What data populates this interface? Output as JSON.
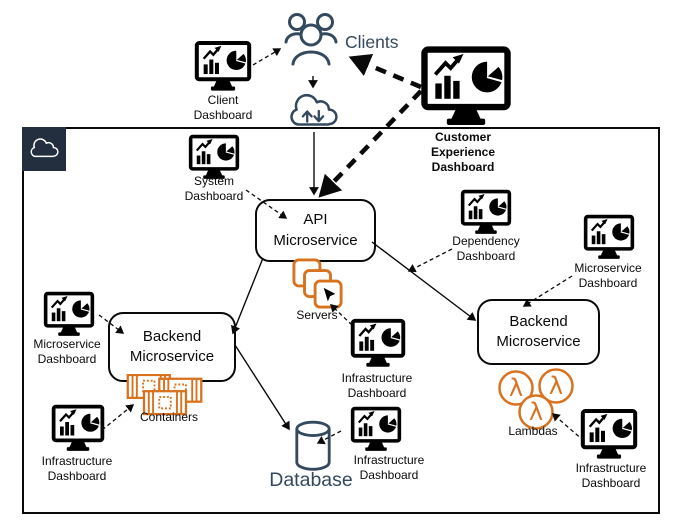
{
  "diagram": {
    "description": "Dashboard hierarchy architecture diagram with cloud boundary",
    "colors": {
      "orange": "#D9721F",
      "navy": "#232F3E",
      "slate": "#34495E",
      "ink": "#0A0A0A"
    },
    "labels": {
      "clients": "Clients",
      "client_dashboard": "Client\nDashboard",
      "customer_experience_dashboard": "Customer\nExperience\nDashboard",
      "system_dashboard": "System\nDashboard",
      "api_microservice": "API\nMicroservice",
      "dependency_dashboard": "Dependency\nDashboard",
      "microservice_dashboard_right": "Microservice\nDashboard",
      "microservice_dashboard_left": "Microservice\nDashboard",
      "backend_microservice_left": "Backend\nMicroservice",
      "backend_microservice_right": "Backend\nMicroservice",
      "servers": "Servers",
      "containers": "Containers",
      "lambdas": "Lambdas",
      "database": "Database",
      "infrastructure_dashboard_left": "Infrastructure\nDashboard",
      "infrastructure_dashboard_middle": "Infrastructure\nDashboard",
      "infrastructure_dashboard_bottom": "Infrastructure\nDashboard",
      "infrastructure_dashboard_right": "Infrastructure\nDashboard"
    },
    "icons": {
      "lambda_symbol": "λ",
      "monitor": "monitor-with-bar-and-pie-chart",
      "clients": "user-group-icon",
      "transfer_cloud": "cloud-upload-download-icon",
      "aws_cloud": "cloud-boundary-icon",
      "servers": "stacked-servers-with-cursor-icon",
      "containers": "container-chips-icon",
      "database": "database-cylinder-icon"
    }
  }
}
